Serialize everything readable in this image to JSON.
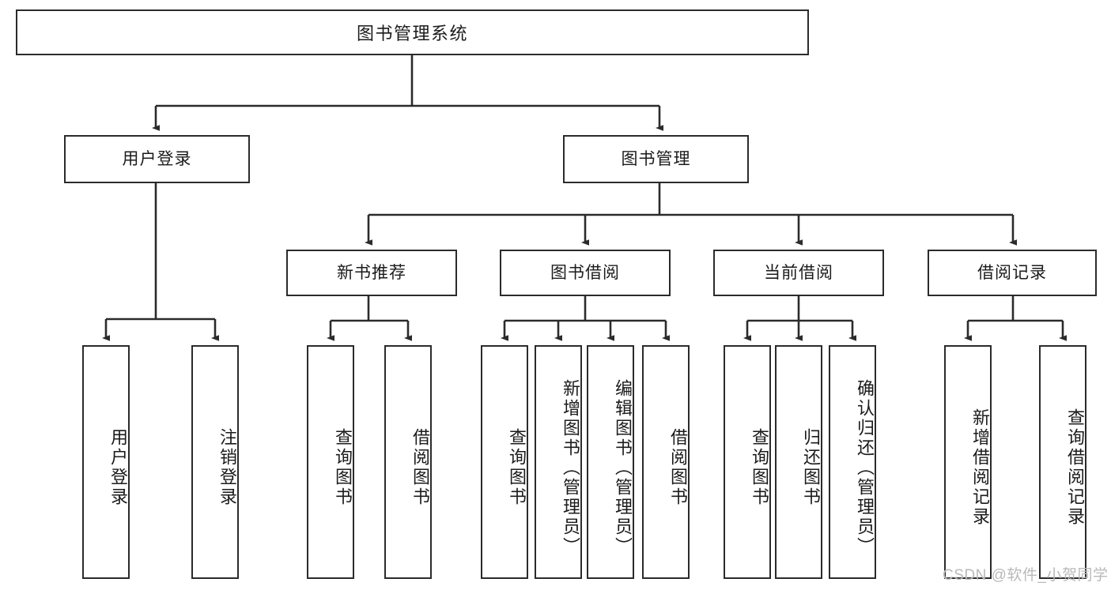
{
  "diagram": {
    "title": "图书管理系统",
    "type": "tree-hierarchy-chart",
    "stroke_color": "#2b2b2b",
    "background_color": "#ffffff",
    "text_color": "#1b1b1b"
  },
  "nodes": {
    "root": {
      "label": "图书管理系统"
    },
    "level2": [
      {
        "label": "用户登录"
      },
      {
        "label": "图书管理"
      }
    ],
    "level3": [
      {
        "label": "新书推荐"
      },
      {
        "label": "图书借阅"
      },
      {
        "label": "当前借阅"
      },
      {
        "label": "借阅记录"
      }
    ],
    "leaves_user_login": [
      {
        "label": "用户登录"
      },
      {
        "label": "注销登录"
      }
    ],
    "leaves_new_book": [
      {
        "label": "查询图书"
      },
      {
        "label": "借阅图书"
      }
    ],
    "leaves_borrow": [
      {
        "label": "查询图书"
      },
      {
        "label": "新增图书（管理员）"
      },
      {
        "label": "编辑图书（管理员）"
      },
      {
        "label": "借阅图书"
      }
    ],
    "leaves_current": [
      {
        "label": "查询图书"
      },
      {
        "label": "归还图书"
      },
      {
        "label": "确认归还（管理员）"
      }
    ],
    "leaves_records": [
      {
        "label": "新增借阅记录"
      },
      {
        "label": "查询借阅记录"
      }
    ]
  },
  "watermark": {
    "text": "CSDN @软件_小贺同学"
  }
}
